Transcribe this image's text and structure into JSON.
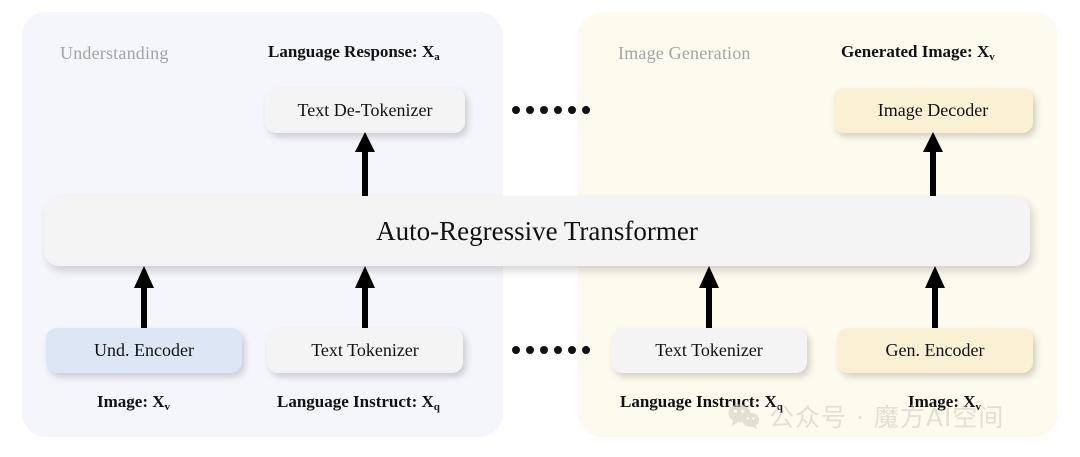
{
  "panels": {
    "understanding": {
      "title": "Understanding",
      "accent": "#f4f6fb"
    },
    "generation": {
      "title": "Image Generation",
      "accent": "#fdfaee"
    }
  },
  "core": {
    "transformer_label": "Auto-Regressive Transformer"
  },
  "boxes": {
    "text_detokenizer": "Text De-Tokenizer",
    "image_decoder": "Image Decoder",
    "und_encoder": "Und. Encoder",
    "text_tokenizer_left": "Text Tokenizer",
    "text_tokenizer_right": "Text Tokenizer",
    "gen_encoder": "Gen. Encoder"
  },
  "captions": {
    "language_response": {
      "text": "Language Response: X",
      "sub": "a"
    },
    "generated_image": {
      "text": "Generated Image: X",
      "sub": "v"
    },
    "image_left": {
      "text": "Image: X",
      "sub": "v"
    },
    "language_instruct_left": {
      "text": "Language Instruct: X",
      "sub": "q"
    },
    "language_instruct_right": {
      "text": "Language Instruct: X",
      "sub": "q"
    },
    "image_right": {
      "text": "Image: X",
      "sub": "v"
    }
  },
  "separators": {
    "dots": "......"
  },
  "watermark": {
    "text": "公众号 · 魔方AI空间"
  },
  "colors": {
    "panel_understanding": "#f4f6fb",
    "panel_generation": "#fdfaee",
    "box_neutral": "#f4f4f4",
    "box_blue": "#dce6f5",
    "box_cream": "#faf0d4",
    "arrow": "#000000",
    "title_gray": "#a3a3a8",
    "text_black": "#111114"
  }
}
